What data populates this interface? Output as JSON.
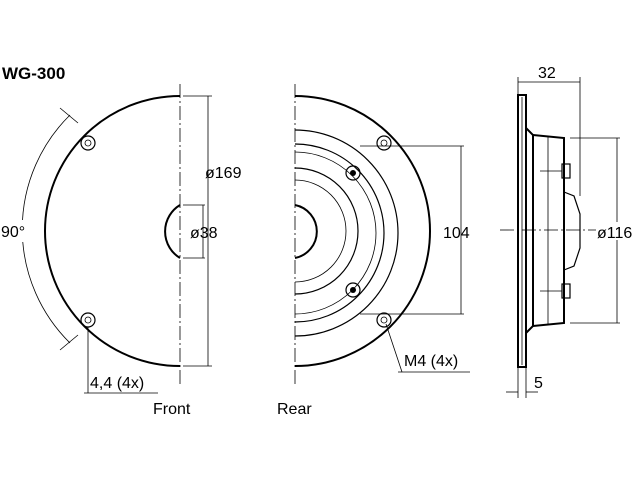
{
  "model": "WG-300",
  "front": {
    "view_label": "Front",
    "dim_outer": "ø169",
    "dim_inner": "ø38",
    "angle": "90°",
    "holes": "4,4 (4x)"
  },
  "rear": {
    "view_label": "Rear",
    "dim_bolt": "104",
    "screws": "M4 (4x)"
  },
  "side": {
    "dim_depth": "32",
    "dim_diameter": "ø116",
    "dim_flange": "5"
  }
}
